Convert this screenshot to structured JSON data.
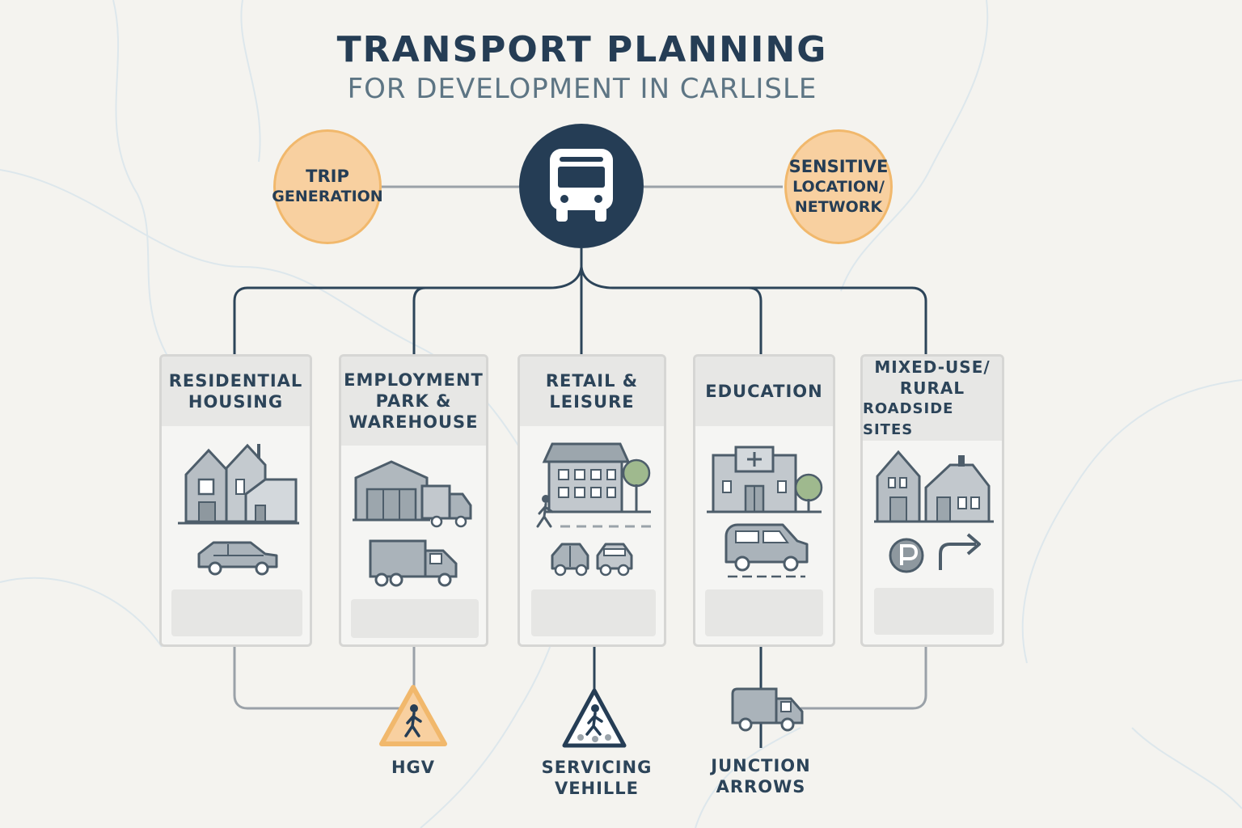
{
  "title": "TRANSPORT PLANNING",
  "subtitle": "FOR DEVELOPMENT IN CARLISLE",
  "topics": {
    "left": [
      "TRIP",
      "GENERATION"
    ],
    "right": [
      "SENSITIVE",
      "LOCATION/",
      "NETWORK"
    ]
  },
  "hub_icon": "bus-icon",
  "categories": [
    {
      "lines": [
        "RESIDENTIAL",
        "HOUSING"
      ],
      "icons": [
        "houses-icon",
        "car-icon"
      ]
    },
    {
      "lines": [
        "EMPLOYMENT",
        "PARK &",
        "WAREHOUSE"
      ],
      "icons": [
        "warehouse-icon",
        "lorry-icon"
      ]
    },
    {
      "lines": [
        "RETAIL &",
        "LEISURE"
      ],
      "icons": [
        "shop-building-icon",
        "pedestrian-icon",
        "cars-icon"
      ]
    },
    {
      "lines": [
        "EDUCATION"
      ],
      "icons": [
        "school-building-icon",
        "van-icon"
      ]
    },
    {
      "lines": [
        "MIXED-USE/",
        "RURAL",
        "ROADSIDE SITES"
      ],
      "icons": [
        "rural-houses-icon",
        "parking-icon",
        "turn-arrow-icon"
      ]
    }
  ],
  "signs": [
    {
      "icon": "pedestrian-warning-sign-icon",
      "lines": [
        "HGV"
      ]
    },
    {
      "icon": "crossing-warning-sign-icon",
      "lines": [
        "SERVICING",
        "VEHILLE"
      ]
    },
    {
      "icon": "delivery-van-icon",
      "lines": [
        "JUNCTION",
        "ARROWS"
      ]
    }
  ],
  "colors": {
    "navy": "#253d55",
    "orange_fill": "#f8d0a0",
    "orange_stroke": "#f1b86c",
    "icon_gray": "#9aa3aa",
    "tree_green": "#9fb98e"
  }
}
